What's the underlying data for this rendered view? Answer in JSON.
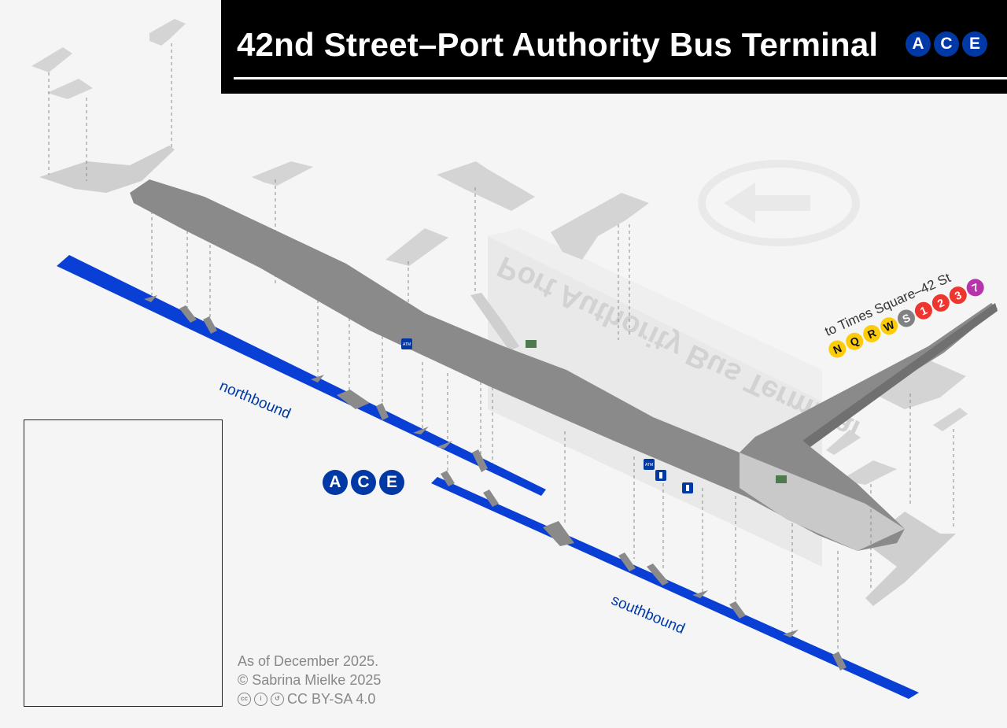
{
  "title": "42nd Street–Port Authority Bus Terminal",
  "lines": [
    {
      "letter": "A",
      "color": "#0039a6"
    },
    {
      "letter": "C",
      "color": "#0039a6"
    },
    {
      "letter": "E",
      "color": "#0039a6"
    }
  ],
  "platform_labels": {
    "northbound": "northbound",
    "southbound": "southbound"
  },
  "building_label": "Port Authority Bus Terminal",
  "transfer": {
    "label": "to Times Square–42 St",
    "lines": [
      {
        "letter": "N",
        "color": "#fccc0a",
        "text_color": "#111111"
      },
      {
        "letter": "Q",
        "color": "#fccc0a",
        "text_color": "#111111"
      },
      {
        "letter": "R",
        "color": "#fccc0a",
        "text_color": "#111111"
      },
      {
        "letter": "W",
        "color": "#fccc0a",
        "text_color": "#111111"
      },
      {
        "letter": "S",
        "color": "#808183",
        "text_color": "#ffffff"
      },
      {
        "letter": "1",
        "color": "#ee352e",
        "text_color": "#ffffff"
      },
      {
        "letter": "2",
        "color": "#ee352e",
        "text_color": "#ffffff"
      },
      {
        "letter": "3",
        "color": "#ee352e",
        "text_color": "#ffffff"
      },
      {
        "letter": "7",
        "color": "#b933ad",
        "text_color": "#ffffff"
      }
    ]
  },
  "amenities": {
    "atm": "ATM"
  },
  "footer": {
    "date": "As of December 2025.",
    "copyright": "© Sabrina Mielke 2025",
    "license": "CC BY-SA 4.0"
  },
  "colors": {
    "platform": "#0a3fd6",
    "mezzanine": "#8a8a8a",
    "street": "#cfcfcf",
    "building_ghost": "#e6e6e6",
    "title_bar": "#000000"
  },
  "icons": [
    "north-arrow-icon",
    "atm-icon",
    "elevator-icon",
    "restroom-icon",
    "cc-icon",
    "by-icon",
    "sa-icon"
  ]
}
